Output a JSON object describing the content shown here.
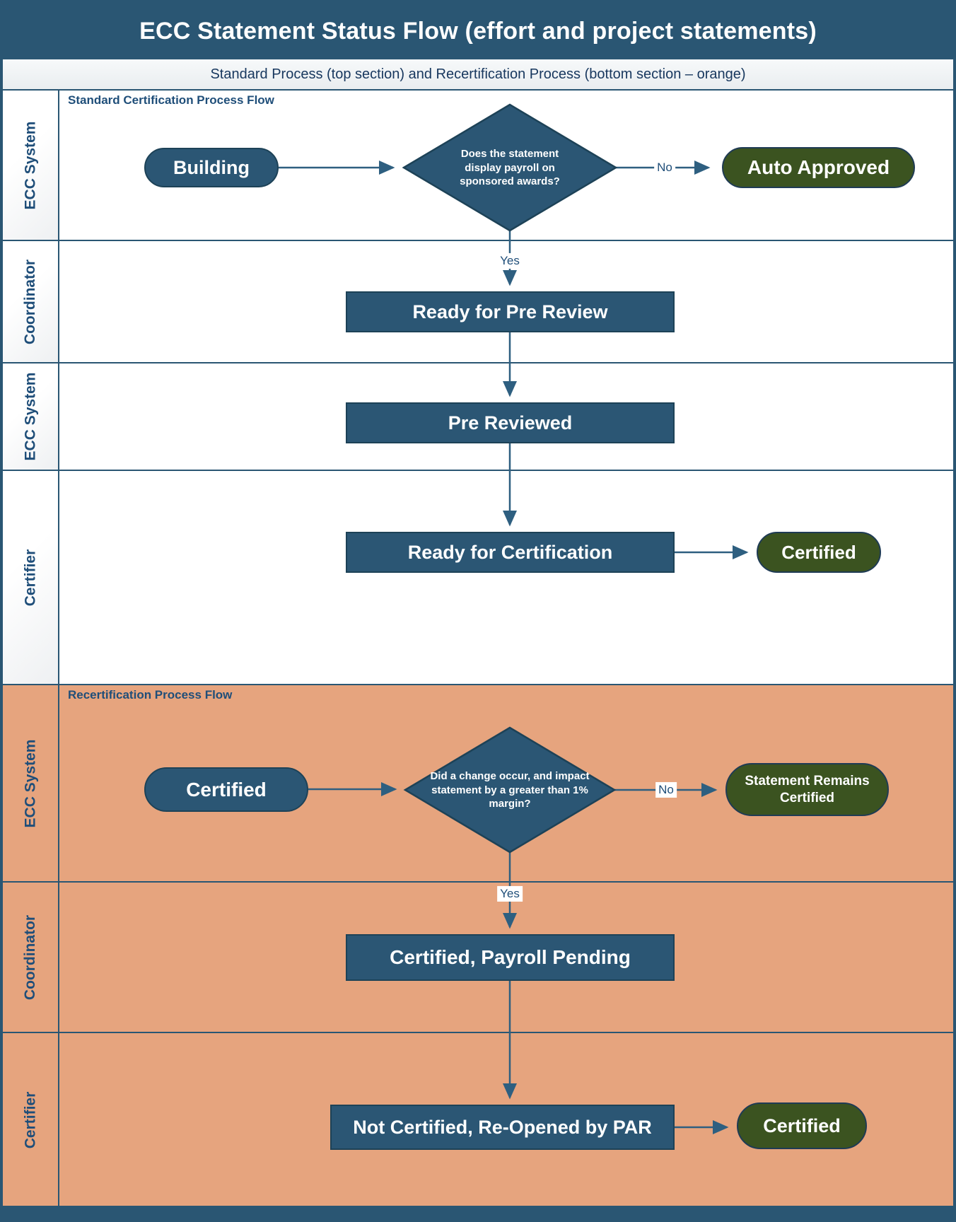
{
  "title": "ECC Statement Status Flow (effort and project statements)",
  "subtitle": "Standard Process (top section) and Recertification Process (bottom section – orange)",
  "section_headers": {
    "standard": "Standard Certification Process Flow",
    "recertification": "Recertification Process Flow"
  },
  "lanes": [
    {
      "label": "ECC System",
      "section": "standard"
    },
    {
      "label": "Coordinator",
      "section": "standard"
    },
    {
      "label": "ECC System",
      "section": "standard"
    },
    {
      "label": "Certifier",
      "section": "standard"
    },
    {
      "label": "ECC System",
      "section": "recertification"
    },
    {
      "label": "Coordinator",
      "section": "recertification"
    },
    {
      "label": "Certifier",
      "section": "recertification"
    }
  ],
  "nodes": {
    "building": {
      "label": "Building",
      "type": "start"
    },
    "decision_payroll": {
      "label": "Does the statement display payroll on sponsored awards?",
      "type": "decision"
    },
    "auto_approved": {
      "label": "Auto Approved",
      "type": "terminal"
    },
    "ready_for_pre_review": {
      "label": "Ready for Pre Review",
      "type": "process"
    },
    "pre_reviewed": {
      "label": "Pre Reviewed",
      "type": "process"
    },
    "ready_for_certification": {
      "label": "Ready for Certification",
      "type": "process"
    },
    "certified_top": {
      "label": "Certified",
      "type": "terminal"
    },
    "certified_start": {
      "label": "Certified",
      "type": "start"
    },
    "decision_change": {
      "label": "Did a change occur, and impact statement by a greater than 1% margin?",
      "type": "decision"
    },
    "statement_remains_certified": {
      "label": "Statement Remains Certified",
      "type": "terminal"
    },
    "certified_payroll_pending": {
      "label": "Certified, Payroll Pending",
      "type": "process"
    },
    "not_certified_reopened": {
      "label": "Not Certified, Re-Opened by PAR",
      "type": "process"
    },
    "certified_bottom": {
      "label": "Certified",
      "type": "terminal"
    }
  },
  "edges": [
    {
      "from": "building",
      "to": "decision_payroll",
      "label": ""
    },
    {
      "from": "decision_payroll",
      "to": "auto_approved",
      "label": "No"
    },
    {
      "from": "decision_payroll",
      "to": "ready_for_pre_review",
      "label": "Yes"
    },
    {
      "from": "ready_for_pre_review",
      "to": "pre_reviewed",
      "label": ""
    },
    {
      "from": "pre_reviewed",
      "to": "ready_for_certification",
      "label": ""
    },
    {
      "from": "ready_for_certification",
      "to": "certified_top",
      "label": ""
    },
    {
      "from": "certified_start",
      "to": "decision_change",
      "label": ""
    },
    {
      "from": "decision_change",
      "to": "statement_remains_certified",
      "label": "No"
    },
    {
      "from": "decision_change",
      "to": "certified_payroll_pending",
      "label": "Yes"
    },
    {
      "from": "certified_payroll_pending",
      "to": "not_certified_reopened",
      "label": ""
    },
    {
      "from": "not_certified_reopened",
      "to": "certified_bottom",
      "label": ""
    }
  ],
  "edge_labels": {
    "no_top": "No",
    "yes_top": "Yes",
    "no_bottom": "No",
    "yes_bottom": "Yes"
  },
  "colors": {
    "primary_blue": "#2B5674",
    "title_bar": "#2A5673",
    "node_border": "#1D4257",
    "green": "#3B5320",
    "orange_section": "#E6A47E",
    "connector_line": "#2E5F80",
    "label_text": "#1F4E79"
  }
}
